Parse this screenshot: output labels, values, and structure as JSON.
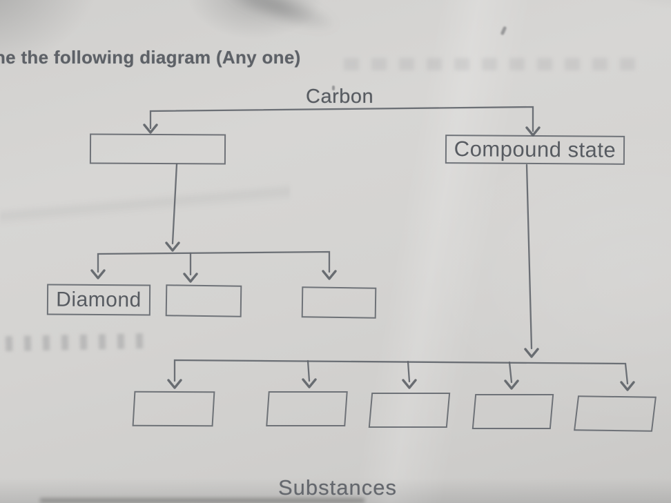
{
  "colors": {
    "paper": "#d2d1cf",
    "line_ink": "#62666c",
    "text_ink": "#565a60"
  },
  "header": {
    "instruction": "ne the following diagram (Any one)"
  },
  "diagram": {
    "root_label": "Carbon",
    "level1": {
      "left_blank_label": "",
      "right_label": "Compound state"
    },
    "level2": {
      "box1_label": "Diamond",
      "box2_label": "",
      "box3_label": ""
    },
    "level3": {
      "box1_label": "",
      "box2_label": "",
      "box3_label": "",
      "box4_label": "",
      "box5_label": ""
    },
    "caption": "Substances"
  }
}
